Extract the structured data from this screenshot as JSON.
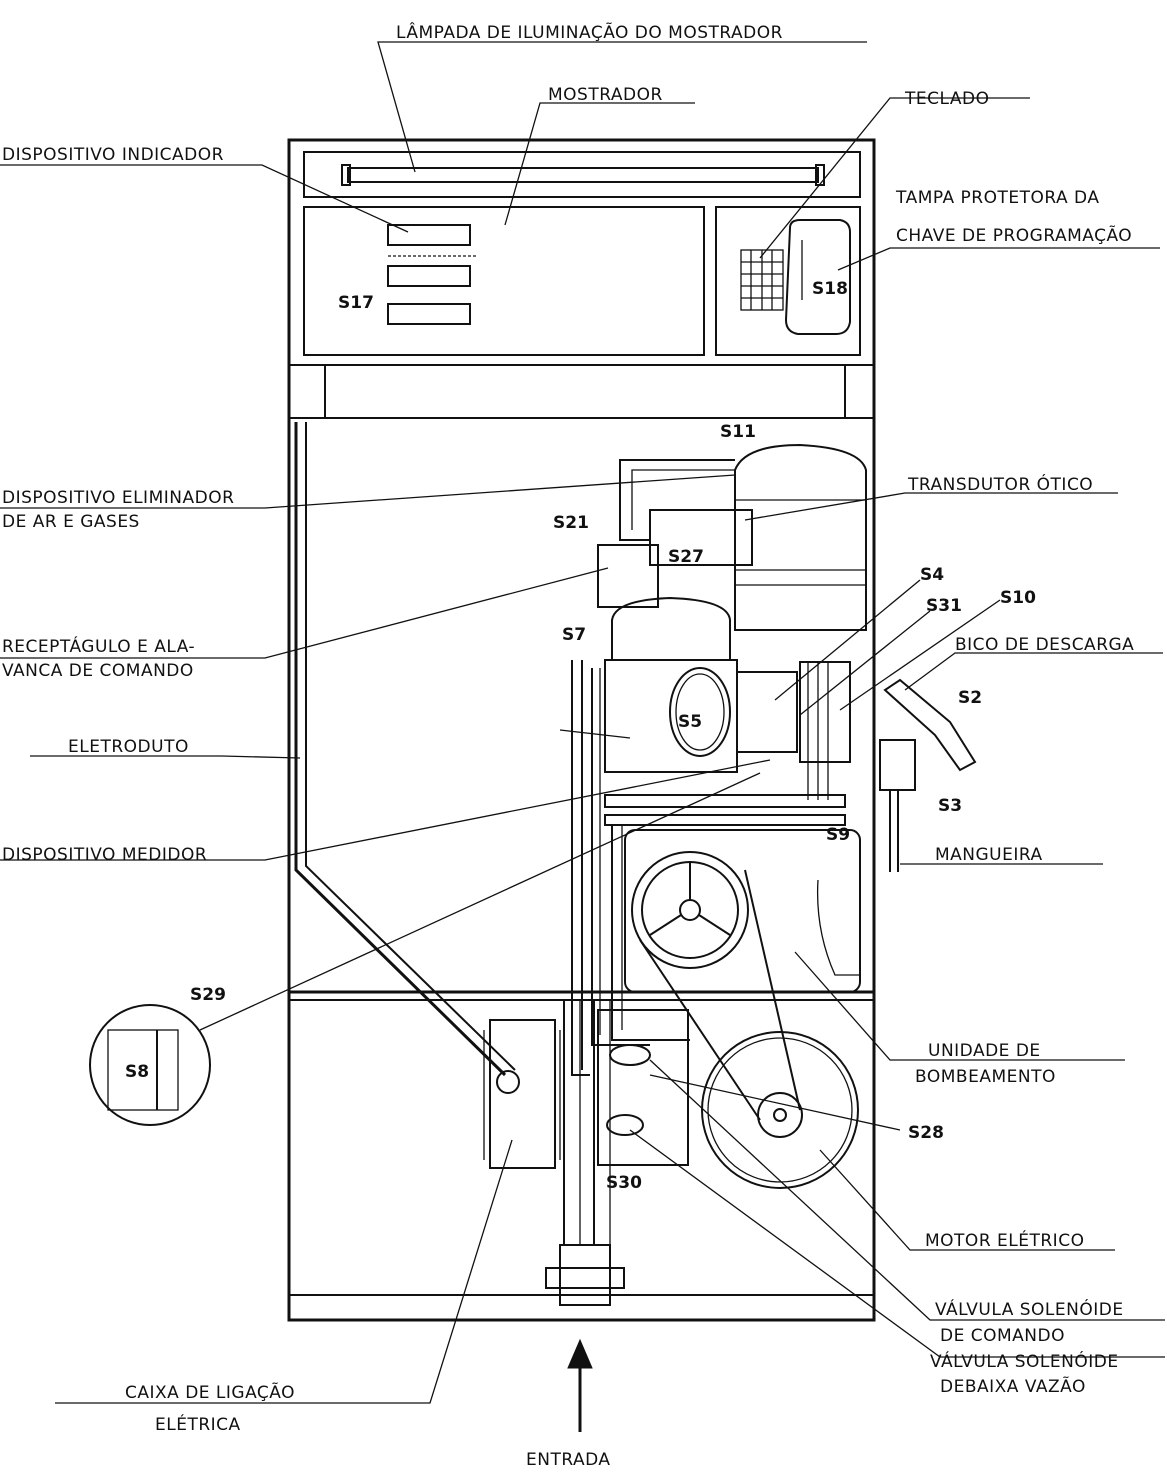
{
  "labels": {
    "lampada": "LÂMPADA DE ILUMINAÇÃO DO MOSTRADOR",
    "mostrador": "MOSTRADOR",
    "teclado": "TECLADO",
    "dispositivo_indicador": "DISPOSITIVO INDICADOR",
    "tampa_1": "TAMPA PROTETORA DA",
    "tampa_2": "CHAVE DE PROGRAMAÇÃO",
    "eliminador_1": "DISPOSITIVO ELIMINADOR",
    "eliminador_2": "DE AR E GASES",
    "transdutor": "TRANSDUTOR ÓTICO",
    "receptaculo_1": "RECEPTÁGULO E ALA-",
    "receptaculo_2": "VANCA DE COMANDO",
    "bico": "BICO DE DESCARGA",
    "eletroduto": "ELETRODUTO",
    "medidor": "DISPOSITIVO MEDIDOR",
    "mangueira": "MANGUEIRA",
    "unidade_1": "UNIDADE DE",
    "unidade_2": "BOMBEAMENTO",
    "motor": "MOTOR ELÉTRICO",
    "valvula_cmd_1": "VÁLVULA SOLENÓIDE",
    "valvula_cmd_2": "DE COMANDO",
    "valvula_bv_1": "VÁLVULA SOLENÓIDE",
    "valvula_bv_2": "DEBAIXA VAZÃO",
    "caixa_1": "CAIXA DE LIGAÇÃO",
    "caixa_2": "ELÉTRICA",
    "entrada": "ENTRADA"
  },
  "codes": {
    "s17": "S17",
    "s18": "S18",
    "s11": "S11",
    "s21": "S21",
    "s27": "S27",
    "s7": "S7",
    "s4": "S4",
    "s31": "S31",
    "s10": "S10",
    "s2": "S2",
    "s5": "S5",
    "s3": "S3",
    "s9": "S9",
    "s29": "S29",
    "s8": "S8",
    "s28": "S28",
    "s30": "S30"
  }
}
